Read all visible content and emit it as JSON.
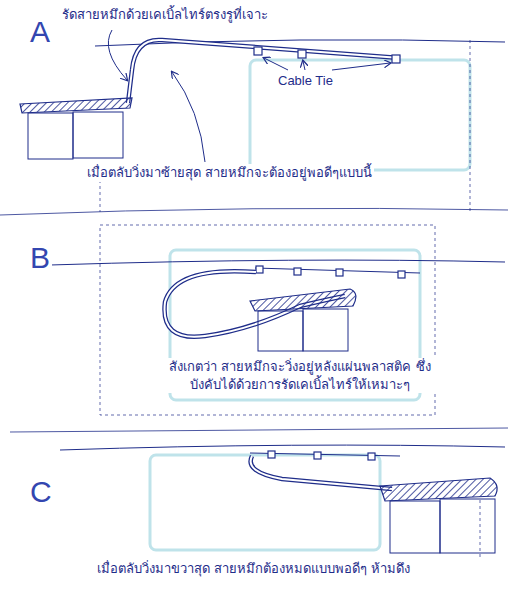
{
  "diagram": {
    "labels": [
      "A",
      "รัดสายหมึกด้วยเคเบิ้ลไทร์ตรงรูที่เจาะ",
      "Cable Tie",
      "เมื่อตลับวิ่งมาซ้ายสุด สายหมึกจะต้องอยู่พอดีๆแบบนี้",
      "B",
      "สังเกตว่า สายหมึกจะวิ่งอยู่หลังแผ่นพลาสติค ซึ่งบังคับได้ด้วยการรัดเคเบิ้ลไทร์ให้เหมาะๆ",
      "C",
      "เมื่อตลับวิ่งมาขวาสุด สายหมึกต้องหมดแบบพอดีๆ ห้ามดึง"
    ]
  }
}
